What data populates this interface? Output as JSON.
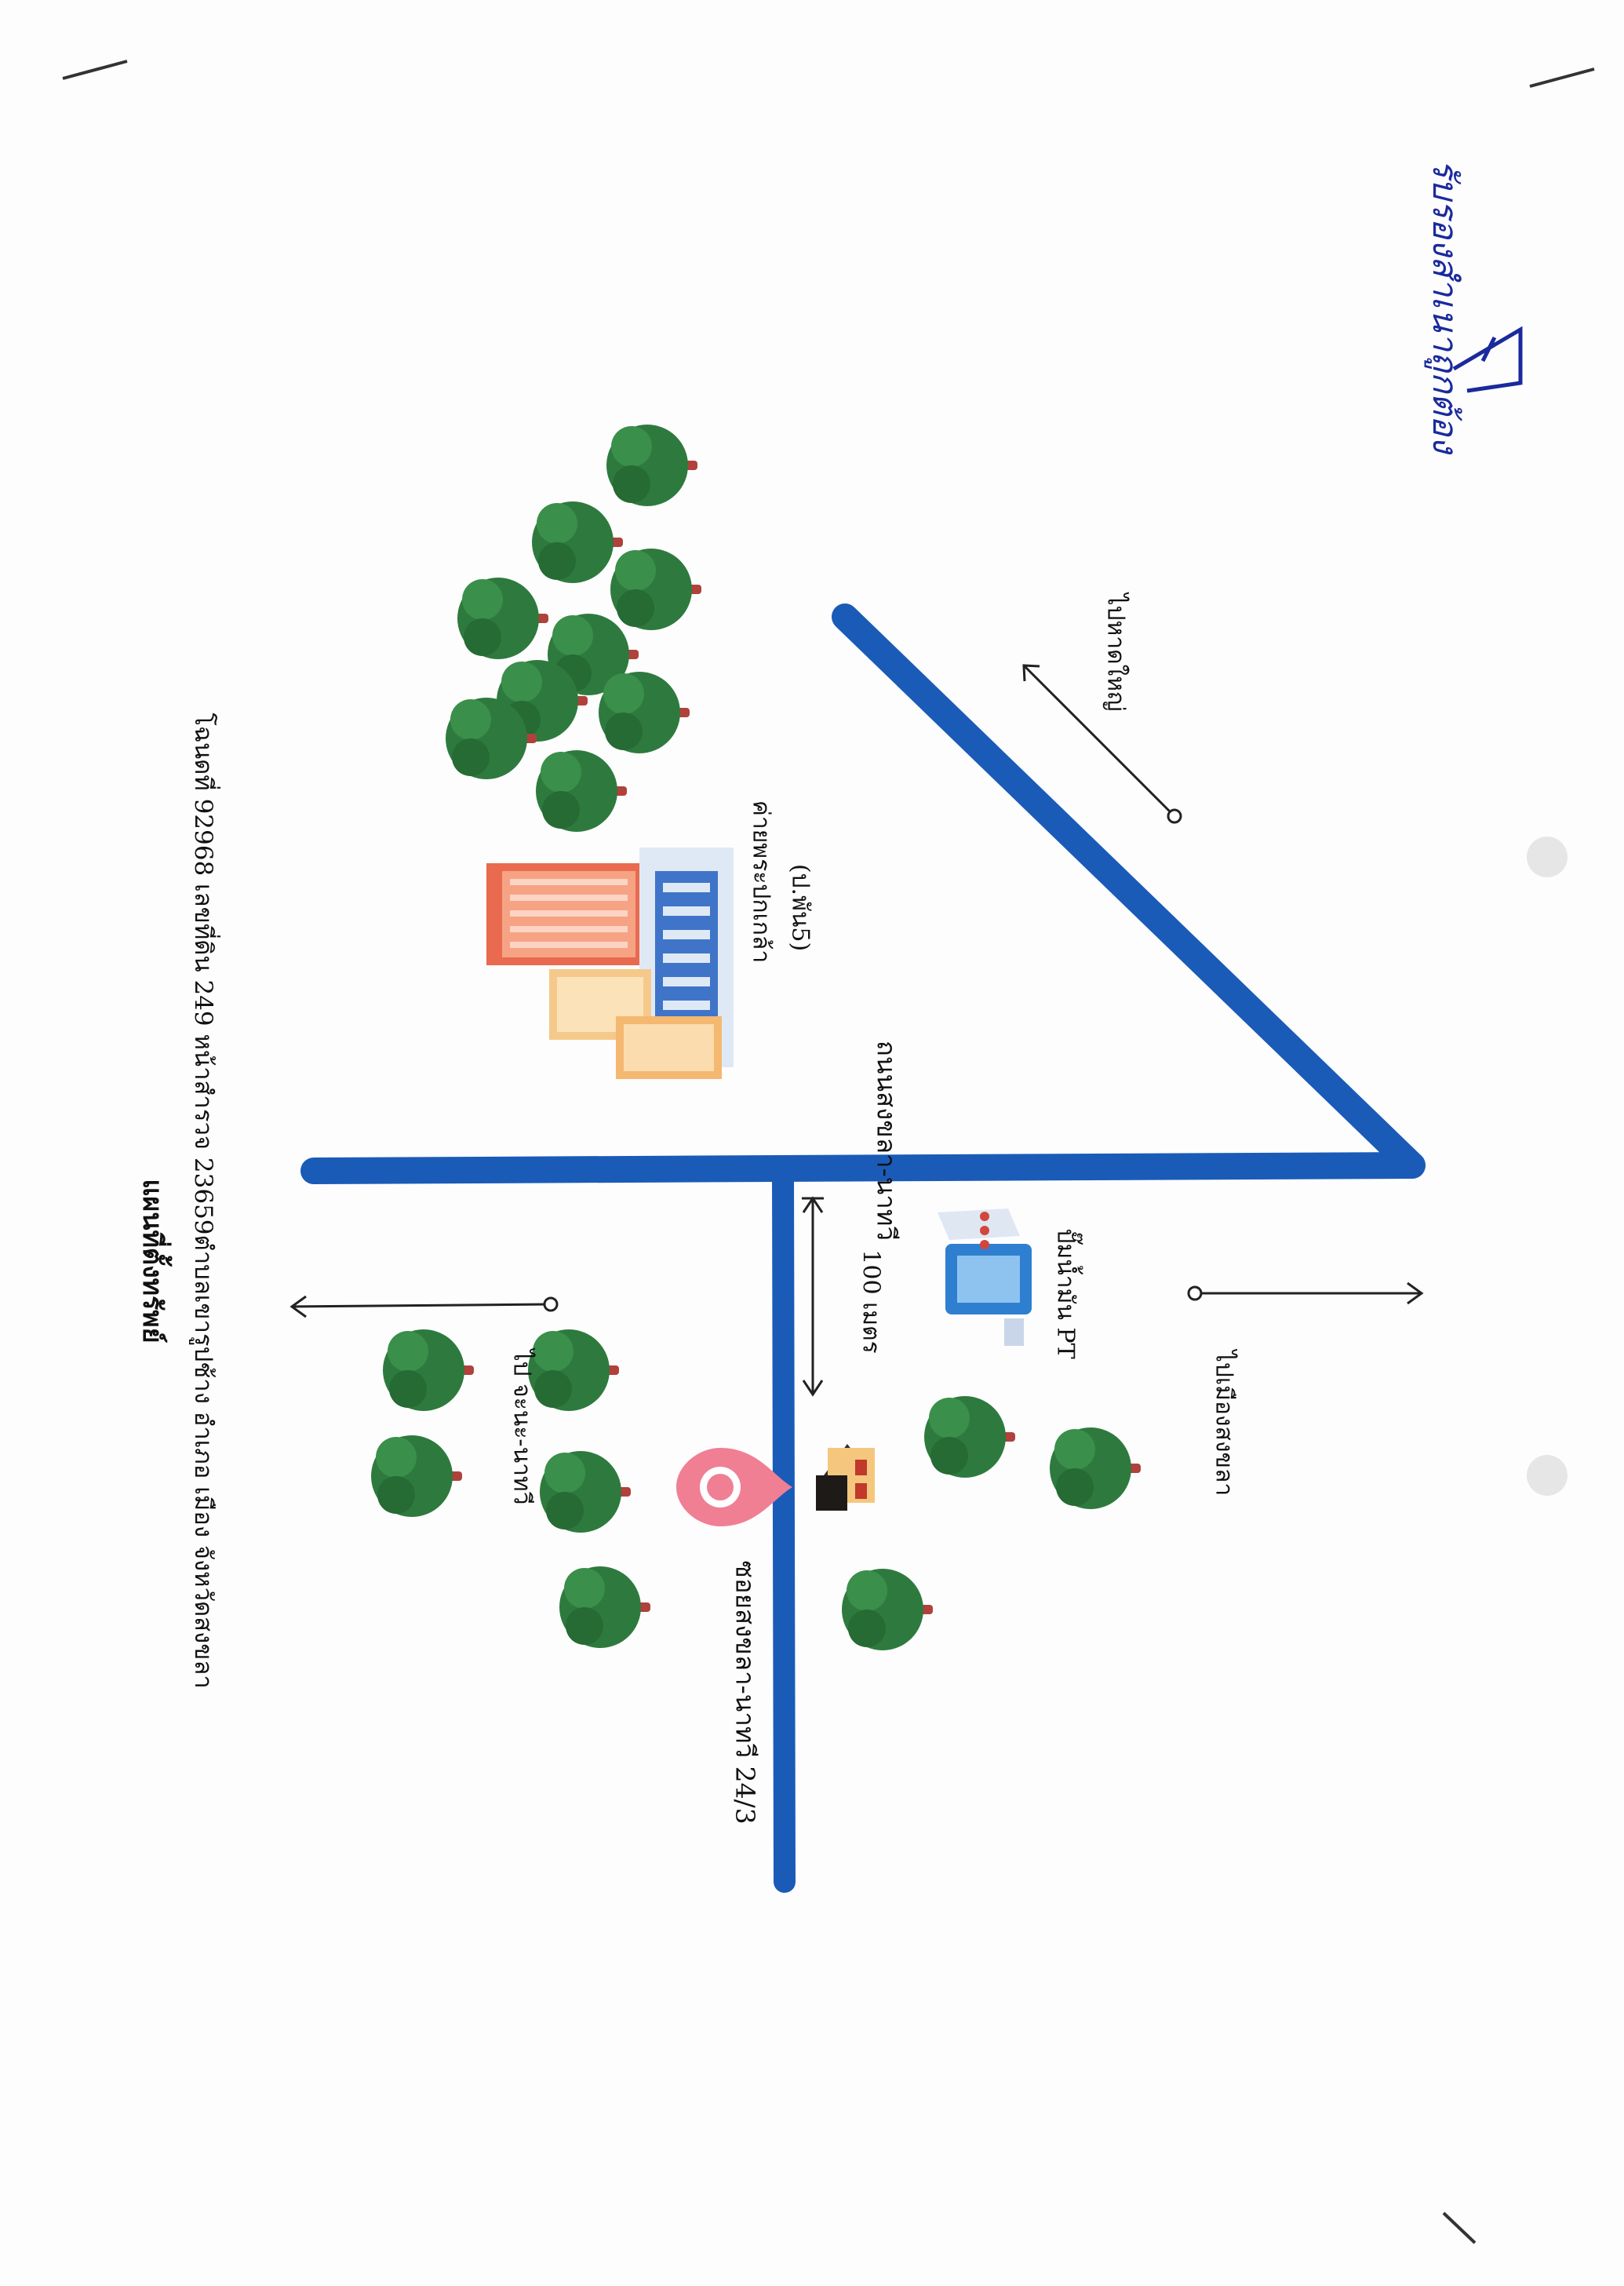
{
  "map": {
    "title": "แผนที่ตั้งทรัพย์",
    "subtitle": "โฉนดที่ 92968 เลขที่ดิน 249 หน้าสำรวจ 23659ตำบลเขารูปช้าง อำเภอ เมือง จังหวัดสงขลา",
    "labels": {
      "main_road": "ถนนสงขลา-นาทวี",
      "soi": "ซอยสงขลา-นาทวี 24/3",
      "to_chana": "ไป จะนะ-นาทวี",
      "to_city": "ไปเมืองสงขลา",
      "to_hatyai": "ไปหาดใหญ่",
      "distance": "100 เมตร",
      "gas_station": "ปั๊มน้ำมัน PT",
      "camp_name": "ค่ายพระปกเกล้า",
      "camp_unit": "(ป.พัน5)"
    },
    "handwriting": {
      "certification": "รับรองสำเนาถูกต้อง"
    },
    "colors": {
      "road": "#1a5bb8",
      "pin": "#f07f94",
      "tree": "#2f7a3f",
      "trunk": "#b0413b",
      "ink": "#1a2a9c"
    }
  }
}
